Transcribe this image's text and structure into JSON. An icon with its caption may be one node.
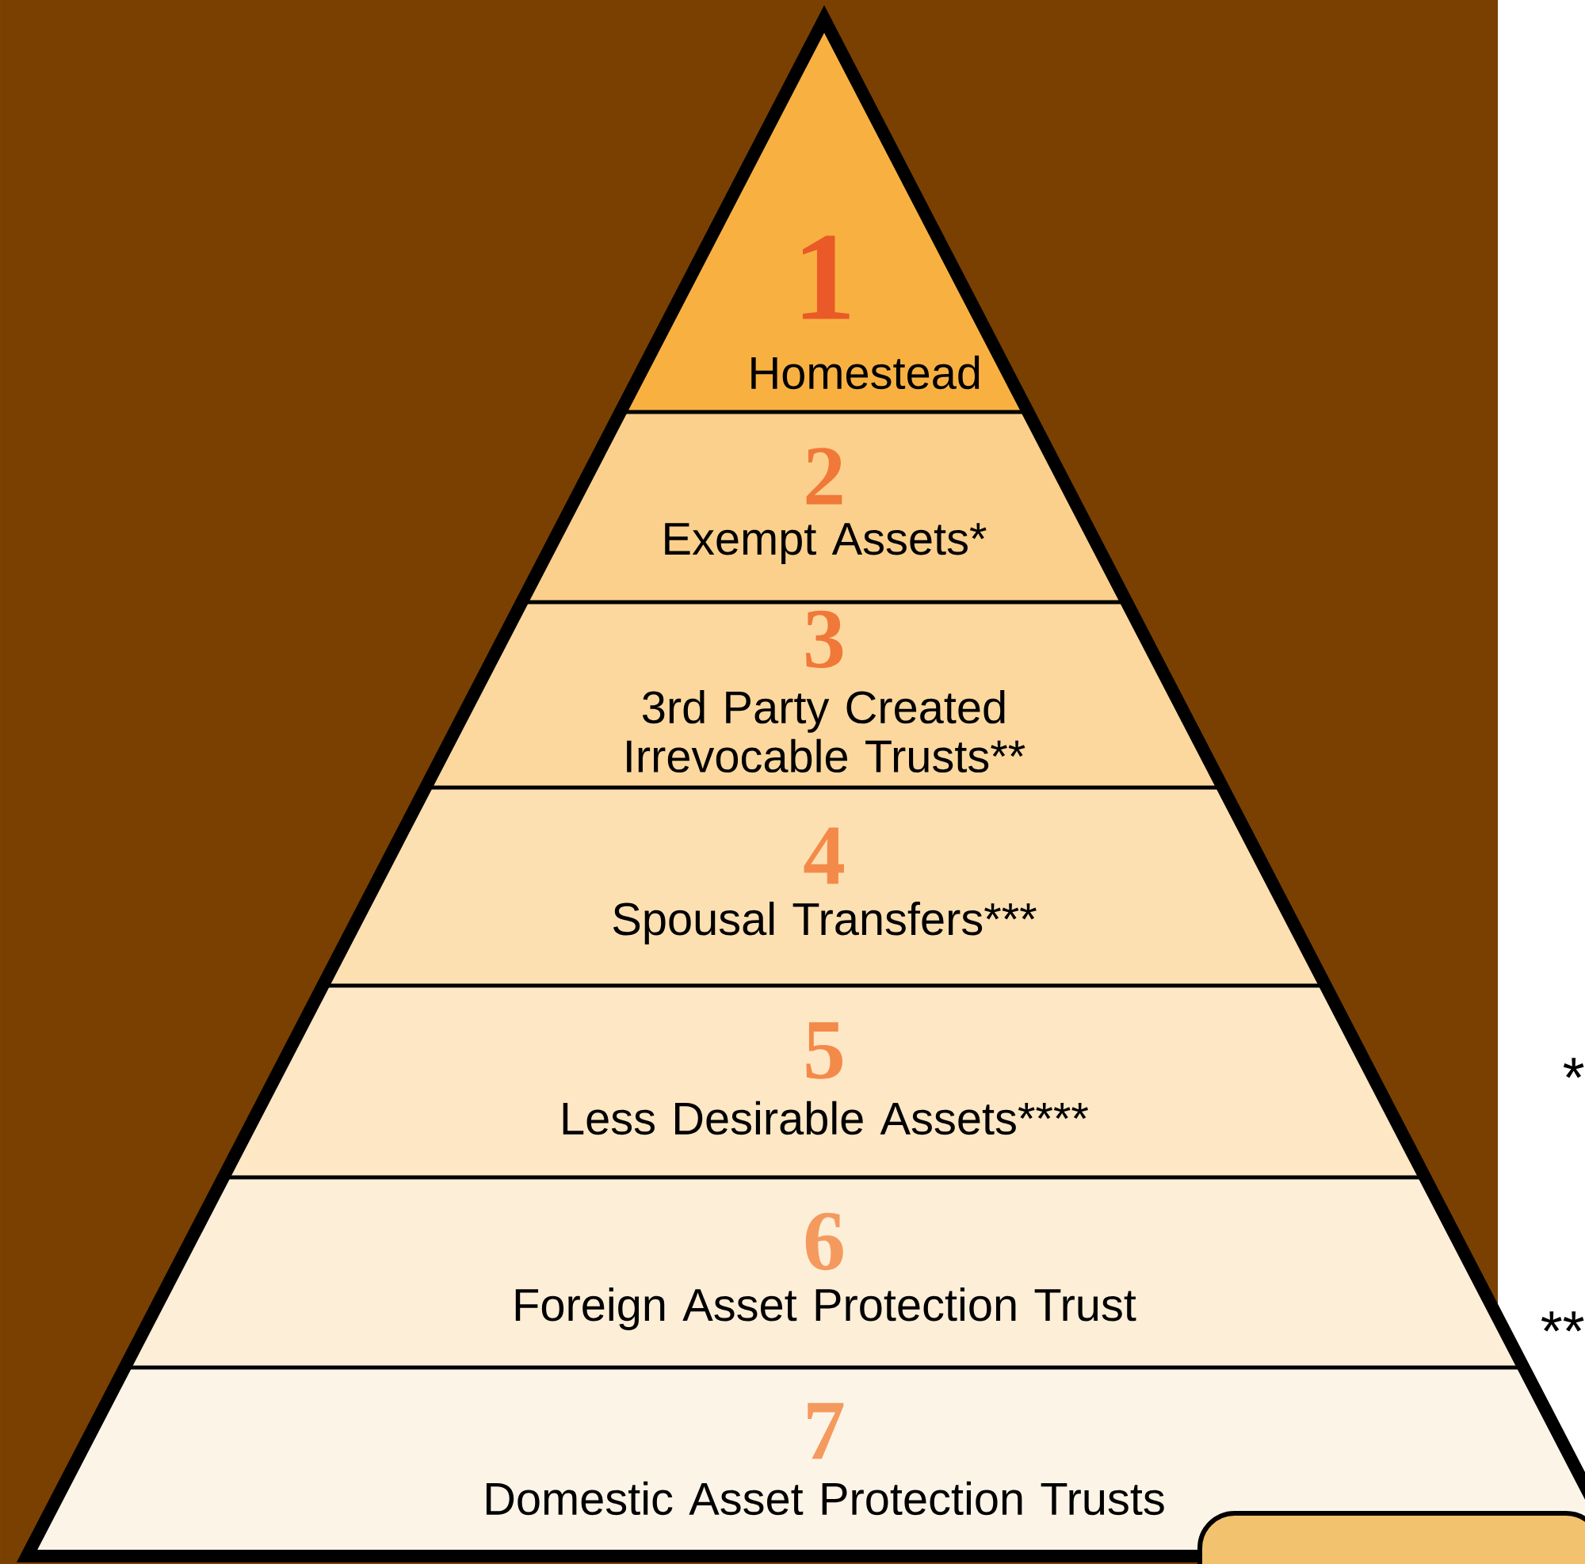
{
  "diagram": {
    "nodes": [
      {
        "text": [
          "1",
          "Homestead"
        ]
      },
      {
        "text": [
          "2",
          "Exempt Assets*"
        ]
      },
      {
        "text": [
          "3",
          "3rd Party Created Irrevocable Trusts**"
        ]
      },
      {
        "text": [
          "4",
          "Spousal Transfers***"
        ]
      },
      {
        "text": [
          "5",
          "Less Desirable Assets****"
        ]
      },
      {
        "text": [
          "6",
          "Foreign Asset Protection Trust"
        ]
      },
      {
        "text": [
          "7",
          "Domestic Asset Protection Trusts"
        ]
      }
    ],
    "labels": [
      "*",
      "**"
    ]
  }
}
